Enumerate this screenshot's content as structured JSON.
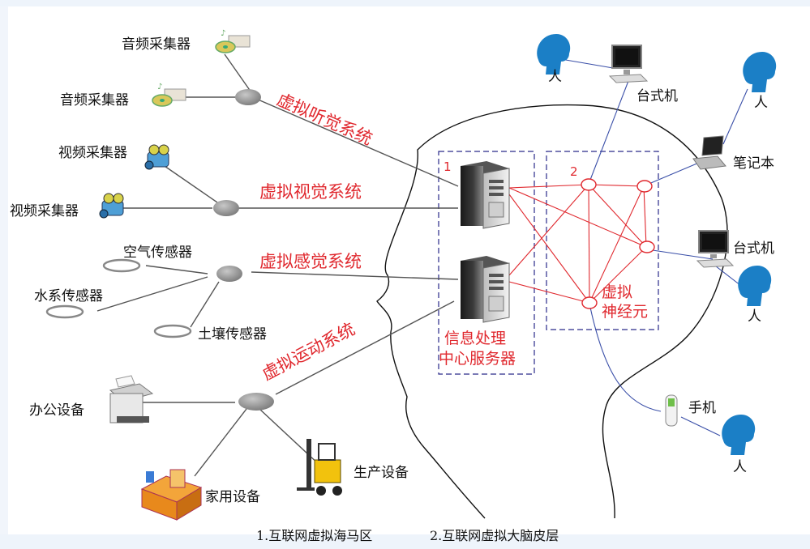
{
  "diagram": {
    "systems": {
      "hearing": "虚拟听觉系统",
      "vision": "虚拟视觉系统",
      "sensing": "虚拟感觉系统",
      "motion": "虚拟运动系统"
    },
    "devices": {
      "audio_collector_1": "音频采集器",
      "audio_collector_2": "音频采集器",
      "video_collector_1": "视频采集器",
      "video_collector_2": "视频采集器",
      "air_sensor": "空气传感器",
      "water_sensor": "水系传感器",
      "soil_sensor": "土壤传感器",
      "office_equipment": "办公设备",
      "home_equipment": "家用设备",
      "production_equipment": "生产设备"
    },
    "server": {
      "line1": "信息处理",
      "line2": "中心服务器",
      "box_number": "1"
    },
    "neurons": {
      "box_number": "2",
      "line1": "虚拟",
      "line2": "神经元"
    },
    "users": {
      "desktop_1": "台式机",
      "laptop": "笔记本",
      "desktop_2": "台式机",
      "phone": "手机",
      "person_1": "人",
      "person_2": "人",
      "person_3": "人",
      "person_4": "人"
    },
    "captions": {
      "left": "1.互联网虚拟海马区",
      "right": "2.互联网虚拟大脑皮层"
    },
    "colors": {
      "red": "#e0282e",
      "blue_lines": "#3a4fa8",
      "dashed_box": "#2a2a8a",
      "head_blue": "#1b7fc6"
    }
  }
}
